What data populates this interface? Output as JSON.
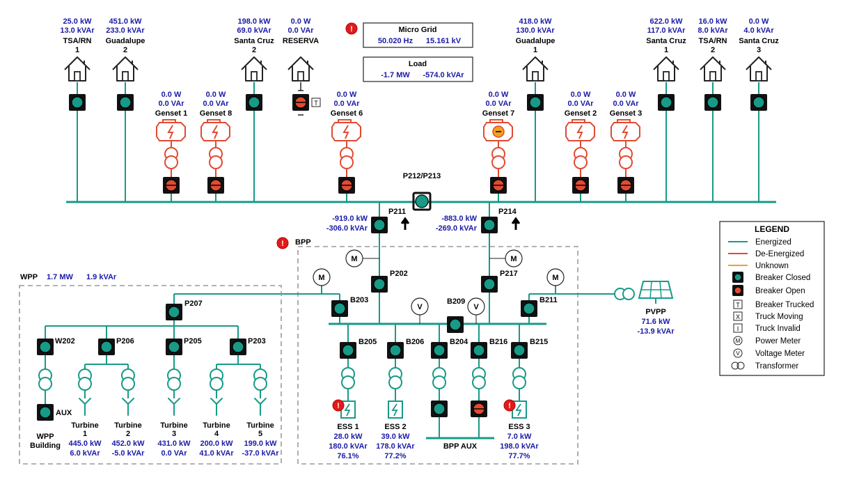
{
  "colors": {
    "energized": "#179a87",
    "de_energized": "#e24a33",
    "unknown": "#f0a020",
    "value_text": "#1a1aa8",
    "alarm": "#e01b1b"
  },
  "micro_grid": {
    "title": "Micro Grid",
    "frequency": "50.020 Hz",
    "voltage": "15.161 kV"
  },
  "load": {
    "title": "Load",
    "mw": "-1.7 MW",
    "kvar": "-574.0 kVAr"
  },
  "loads": [
    {
      "kw": "25.0 kW",
      "kvar": "13.0 kVAr",
      "name": "TSA/RN",
      "num": "1",
      "icon": "house-icon"
    },
    {
      "kw": "451.0 kW",
      "kvar": "233.0 kVAr",
      "name": "Guadalupe",
      "num": "2",
      "icon": "house-icon"
    },
    {
      "kw": "198.0 kW",
      "kvar": "69.0 kVAr",
      "name": "Santa Cruz",
      "num": "2",
      "icon": "house-icon"
    },
    {
      "kw": "0.0 W",
      "kvar": "0.0 VAr",
      "name": "RESERVA",
      "num": "",
      "icon": "house-icon"
    },
    {
      "kw": "418.0 kW",
      "kvar": "130.0 kVAr",
      "name": "Guadalupe",
      "num": "1",
      "icon": "house-icon"
    },
    {
      "kw": "622.0 kW",
      "kvar": "117.0 kVAr",
      "name": "Santa Cruz",
      "num": "1",
      "icon": "house-icon"
    },
    {
      "kw": "16.0 kW",
      "kvar": "8.0 kVAr",
      "name": "TSA/RN",
      "num": "2",
      "icon": "house-icon"
    },
    {
      "kw": "0.0 W",
      "kvar": "4.0 kVAr",
      "name": "Santa Cruz",
      "num": "3",
      "icon": "house-icon"
    }
  ],
  "gensets": [
    {
      "kw": "0.0 W",
      "kvar": "0.0 VAr",
      "name": "Genset 1"
    },
    {
      "kw": "0.0 W",
      "kvar": "0.0 VAr",
      "name": "Genset 8"
    },
    {
      "kw": "0.0 W",
      "kvar": "0.0 VAr",
      "name": "Genset 6"
    },
    {
      "kw": "0.0 W",
      "kvar": "0.0 VAr",
      "name": "Genset 7"
    },
    {
      "kw": "0.0 W",
      "kvar": "0.0 VAr",
      "name": "Genset 2"
    },
    {
      "kw": "0.0 W",
      "kvar": "0.0 VAr",
      "name": "Genset 3"
    }
  ],
  "breaker_tag_t": "T",
  "p212": "P212/P213",
  "p211": {
    "name": "P211",
    "kw": "-919.0 kW",
    "kvar": "-306.0 kVAr"
  },
  "p214": {
    "name": "P214",
    "kw": "-883.0 kW",
    "kvar": "-269.0 kVAr"
  },
  "bpp_label": "BPP",
  "alarm_glyph": "!",
  "meter_m": "M",
  "meter_v": "V",
  "breakers": {
    "p202": "P202",
    "p217": "P217",
    "b203": "B203",
    "b209": "B209",
    "b211": "B211",
    "b205": "B205",
    "b206": "B206",
    "b204": "B204",
    "b216": "B216",
    "b215": "B215",
    "p207": "P207",
    "w202": "W202",
    "p206": "P206",
    "p205": "P205",
    "p203": "P203",
    "aux": "AUX"
  },
  "wpp": {
    "label": "WPP",
    "mw": "1.7 MW",
    "kvar": "1.9 kVAr",
    "building": "WPP Building",
    "building_l1": "WPP",
    "building_l2": "Building"
  },
  "turbines": [
    {
      "name": "Turbine",
      "num": "1",
      "kw": "445.0 kW",
      "kvar": "6.0 kVAr"
    },
    {
      "name": "Turbine",
      "num": "2",
      "kw": "452.0 kW",
      "kvar": "-5.0 kVAr"
    },
    {
      "name": "Turbine",
      "num": "3",
      "kw": "431.0 kW",
      "kvar": "0.0 VAr"
    },
    {
      "name": "Turbine",
      "num": "4",
      "kw": "200.0 kW",
      "kvar": "41.0 kVAr"
    },
    {
      "name": "Turbine",
      "num": "5",
      "kw": "199.0 kW",
      "kvar": "-37.0 kVAr"
    }
  ],
  "ess": [
    {
      "name": "ESS 1",
      "kw": "28.0 kW",
      "kvar": "180.0 kVAr",
      "soc": "76.1%"
    },
    {
      "name": "ESS 2",
      "kw": "39.0 kW",
      "kvar": "178.0 kVAr",
      "soc": "77.2%"
    },
    {
      "name": "ESS 3",
      "kw": "7.0 kW",
      "kvar": "198.0 kVAr",
      "soc": "77.7%"
    }
  ],
  "bpp_aux": "BPP AUX",
  "pvpp": {
    "name": "PVPP",
    "kw": "71.6 kW",
    "kvar": "-13.9 kVAr"
  },
  "legend": {
    "title": "LEGEND",
    "items": [
      "Energized",
      "De-Energized",
      "Unknown",
      "Breaker Closed",
      "Breaker Open",
      "Breaker Trucked",
      "Truck Moving",
      "Truck Invalid",
      "Power Meter",
      "Voltage Meter",
      "Transformer"
    ],
    "glyphs": {
      "trucked": "T",
      "moving": "X",
      "invalid": "I",
      "pm": "M",
      "vm": "V"
    }
  }
}
